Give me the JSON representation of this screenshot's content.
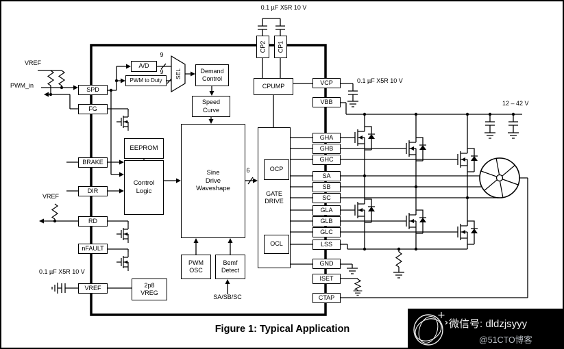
{
  "caption": "Figure 1: Typical Application",
  "colors": {
    "ink": "#000000",
    "background": "#ffffff",
    "watermark_bg": "#000000"
  },
  "labels": {
    "vref_top": "VREF",
    "pwm_in": "PWM_in",
    "vref_mid": "VREF",
    "cap_top": "0.1 µF X5R 10 V",
    "cap_vcp": "0.1 µF X5R 10 V",
    "cap_vref": "0.1 µF X5R 10 V",
    "supply": "12 – 42 V",
    "bus_ad": "9",
    "bus_duty": "9",
    "bus_drive": "6",
    "sasbsc": "SA/SB/SC"
  },
  "blocks": {
    "ad": "A/D",
    "pwm_to_duty": "PWM to Duty",
    "sel": "SEL",
    "demand_control": "Demand\nControl",
    "speed_curve": "Speed\nCurve",
    "eeprom": "EEPROM",
    "control_logic": "Control\nLogic",
    "sine_drive": "Sine\nDrive\nWaveshape",
    "cpump": "CPUMP",
    "ocp": "OCP",
    "gate_drive": "GATE\nDRIVE",
    "ocl": "OCL",
    "pwm_osc": "PWM\nOSC",
    "bemf_detect": "Bemf\nDetect",
    "vreg": "2p8\nVREG"
  },
  "pins": {
    "spd": "SPD",
    "fg": "FG",
    "brake": "BRAKE",
    "dir": "DIR",
    "rd": "RD",
    "nfault": "nFAULT",
    "vref": "VREF",
    "cp2": "CP2",
    "cp1": "CP1",
    "vcp": "VCP",
    "vbb": "VBB",
    "gha": "GHA",
    "ghb": "GHB",
    "ghc": "GHC",
    "sa": "SA",
    "sb": "SB",
    "sc": "SC",
    "gla": "GLA",
    "glb": "GLB",
    "glc": "GLC",
    "lss": "LSS",
    "gnd": "GND",
    "iset": "ISET",
    "ctap": "CTAP"
  },
  "watermark": {
    "line1": "微信号: dldzjsyyy",
    "line2": "@51CTO博客"
  }
}
